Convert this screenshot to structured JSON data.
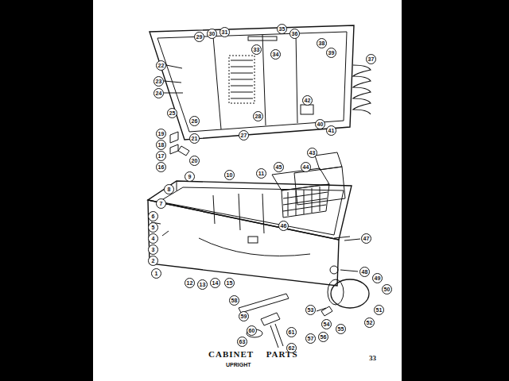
{
  "diagram": {
    "title": "CABINET PARTS",
    "labels": [
      "29",
      "30",
      "31",
      "35",
      "36",
      "33",
      "34",
      "38",
      "39",
      "37",
      "22",
      "23",
      "24",
      "25",
      "26",
      "28",
      "27",
      "40",
      "41",
      "42",
      "19",
      "18",
      "17",
      "16",
      "21",
      "20",
      "43",
      "44",
      "10",
      "11",
      "9",
      "8",
      "7",
      "6",
      "5",
      "4",
      "3",
      "2",
      "1",
      "12",
      "13",
      "14",
      "15",
      "45",
      "46",
      "47",
      "48",
      "49",
      "50",
      "51",
      "52",
      "53",
      "54",
      "55",
      "56",
      "57",
      "58",
      "59",
      "60",
      "61",
      "62",
      "63",
      "UPRIGHT",
      "33"
    ]
  }
}
